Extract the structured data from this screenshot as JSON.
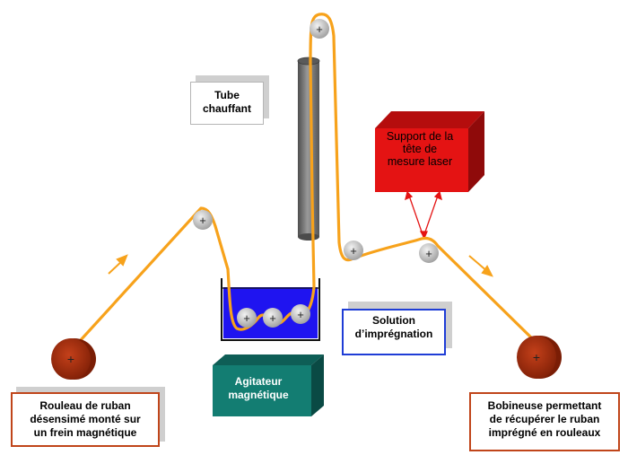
{
  "labels": {
    "tube": [
      "Tube",
      "chauffant"
    ],
    "support": [
      "Support de la",
      "tête de",
      "mesure laser"
    ],
    "solution": [
      "Solution",
      "d’imprégnation"
    ],
    "agitateur": [
      "Agitateur",
      "magnétique"
    ],
    "rouleau": [
      "Rouleau de ruban",
      "désensimé monté sur",
      "un frein magnétique"
    ],
    "bobineuse": [
      "Bobineuse permettant",
      "de récupérer le ruban",
      "imprégné en rouleaux"
    ]
  },
  "colors": {
    "ribbon": "#f7a21b",
    "spool": "#a32a0a",
    "bath_liquid": "#1f14f0",
    "laser_box": "#e41313",
    "agitator_box": "#127a70",
    "tube": "#6b6b6b",
    "label_border_blue": "#1f3dd6",
    "label_border_red": "#c0451a"
  },
  "icons": [
    "plus-roller-icon",
    "arrow-icon",
    "laser-beam-icon"
  ]
}
